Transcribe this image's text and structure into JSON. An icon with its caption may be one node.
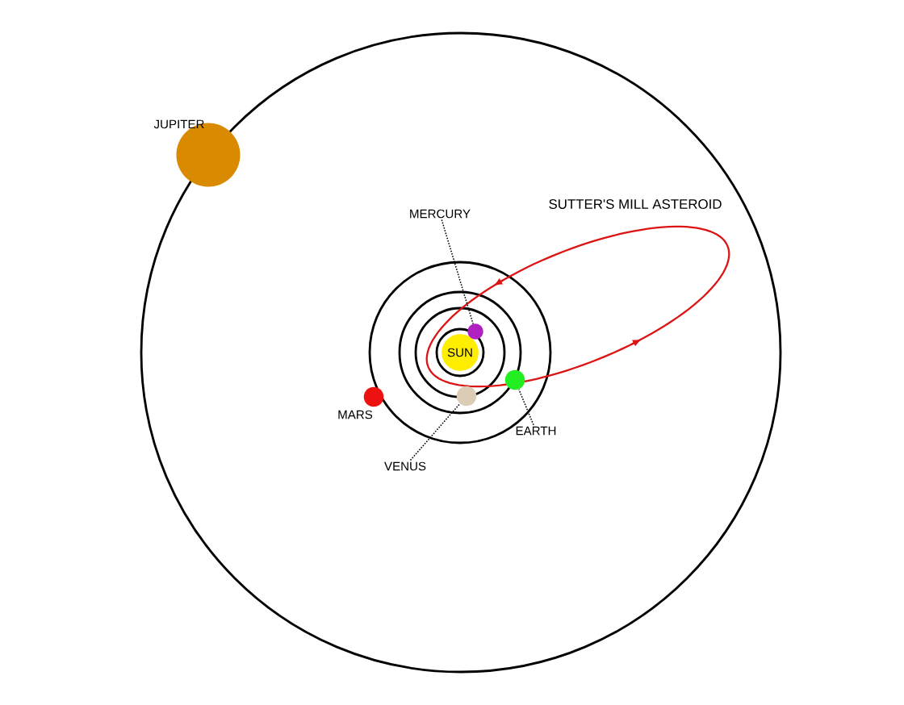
{
  "diagram": {
    "nodes": [
      {
        "text": [
          "SUN"
        ]
      },
      {
        "text": [
          "MERCURY"
        ]
      },
      {
        "text": [],
        "shape": "circle"
      },
      {
        "text": [
          "VENUS"
        ]
      },
      {
        "text": [],
        "shape": "circle"
      },
      {
        "text": [
          "EARTH"
        ]
      },
      {
        "text": [],
        "shape": "circle"
      },
      {
        "text": [],
        "shape": "circle",
        "beside": [
          "MARS"
        ]
      },
      {
        "text": [],
        "shape": "circle",
        "beside": [
          "JUPITER"
        ]
      }
    ],
    "edges": [
      {
        "from": 1,
        "to": 2,
        "arrow": "none",
        "style": "dashed"
      },
      {
        "from": 3,
        "to": 4,
        "arrow": "none",
        "style": "dashed"
      },
      {
        "from": 5,
        "to": 6,
        "arrow": "none",
        "style": "dashed"
      }
    ],
    "labels": [
      "SUTTER'S MILL ASTEROID"
    ]
  }
}
